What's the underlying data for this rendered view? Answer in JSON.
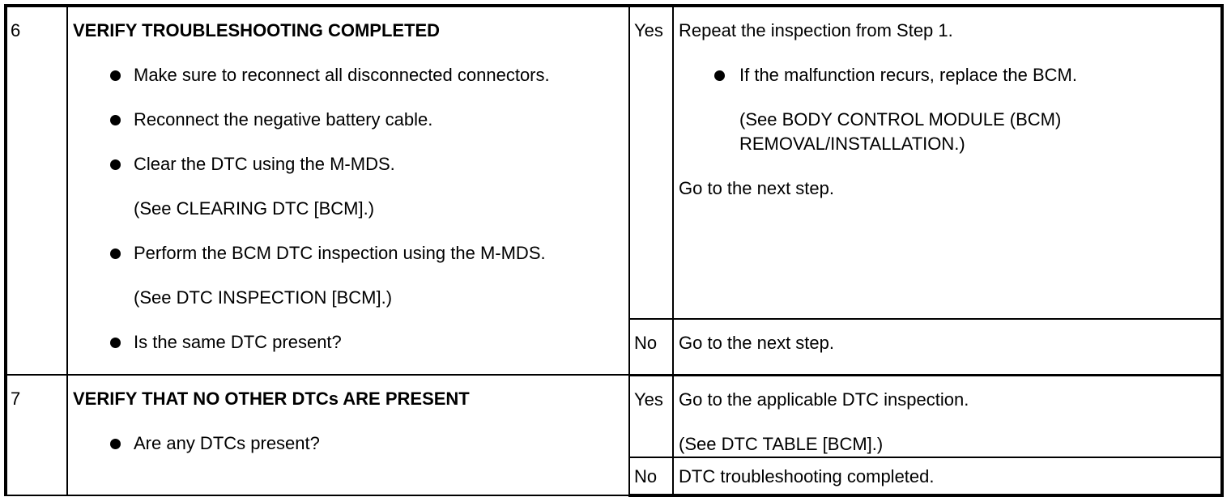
{
  "steps": [
    {
      "number": "6",
      "title": "VERIFY TROUBLESHOOTING COMPLETED",
      "items": [
        "Make sure to reconnect all disconnected connectors.",
        "Reconnect the negative battery cable.",
        "Clear the DTC using the M-MDS.",
        "(See CLEARING DTC [BCM].)",
        "Perform the BCM DTC inspection using the M-MDS.",
        "(See DTC INSPECTION [BCM].)",
        "Is the same DTC present?"
      ],
      "answers": [
        {
          "label": "Yes",
          "lines": [
            "Repeat the inspection from Step 1.",
            "If the malfunction recurs, replace the BCM.",
            "(See BODY CONTROL MODULE (BCM) REMOVAL/INSTALLATION.)",
            "Go to the next step."
          ]
        },
        {
          "label": "No",
          "lines": [
            "Go to the next step."
          ]
        }
      ]
    },
    {
      "number": "7",
      "title": "VERIFY THAT NO OTHER DTCs ARE PRESENT",
      "items": [
        "Are any DTCs present?"
      ],
      "answers": [
        {
          "label": "Yes",
          "lines": [
            "Go to the applicable DTC inspection.",
            "(See DTC TABLE [BCM].)"
          ]
        },
        {
          "label": "No",
          "lines": [
            "DTC troubleshooting completed."
          ]
        }
      ]
    }
  ]
}
